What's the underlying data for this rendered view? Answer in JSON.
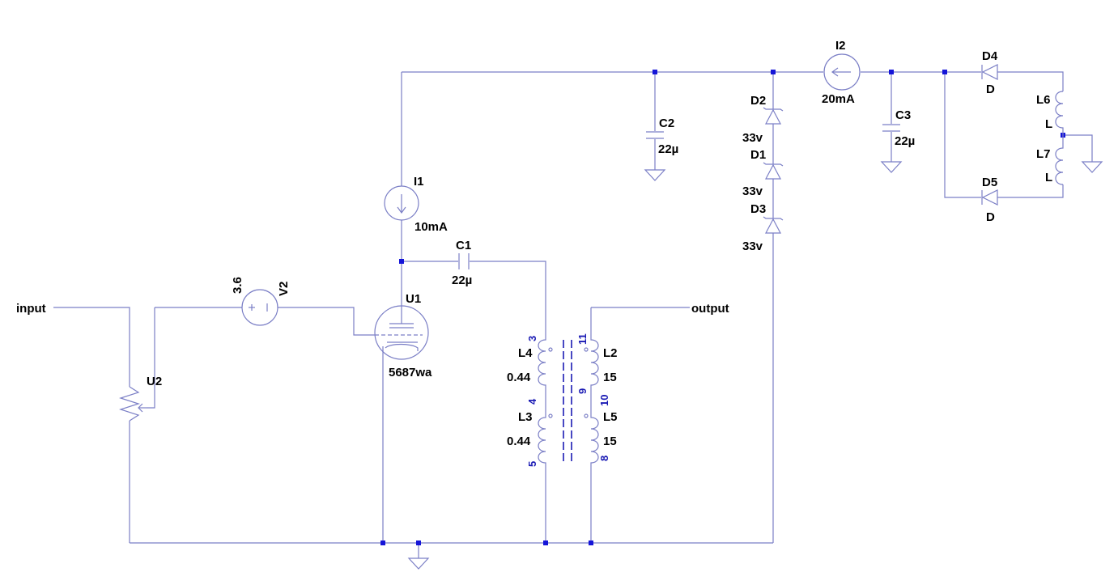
{
  "nets": {
    "input": "input",
    "output": "output"
  },
  "components": {
    "U1": {
      "ref": "U1",
      "value": "5687wa"
    },
    "U2": {
      "ref": "U2"
    },
    "V2": {
      "ref": "V2",
      "value": "3.6"
    },
    "I1": {
      "ref": "I1",
      "value": "10mA"
    },
    "I2": {
      "ref": "I2",
      "value": "20mA"
    },
    "C1": {
      "ref": "C1",
      "value": "22µ"
    },
    "C2": {
      "ref": "C2",
      "value": "22µ"
    },
    "C3": {
      "ref": "C3",
      "value": "22µ"
    },
    "D1": {
      "ref": "D1",
      "value": "33v"
    },
    "D2": {
      "ref": "D2",
      "value": "33v"
    },
    "D3": {
      "ref": "D3",
      "value": "33v"
    },
    "D4": {
      "ref": "D4",
      "value": "D"
    },
    "D5": {
      "ref": "D5",
      "value": "D"
    },
    "L2": {
      "ref": "L2",
      "value": "15"
    },
    "L3": {
      "ref": "L3",
      "value": "0.44"
    },
    "L4": {
      "ref": "L4",
      "value": "0.44"
    },
    "L5": {
      "ref": "L5",
      "value": "15"
    },
    "L6": {
      "ref": "L6",
      "value": "L"
    },
    "L7": {
      "ref": "L7",
      "value": "L"
    }
  },
  "transformer_pins": {
    "p3": "3",
    "p4": "4",
    "p5": "5",
    "p8": "8",
    "p9": "9",
    "p10": "10",
    "p11": "11"
  },
  "colors": {
    "wire": "#7B7FC6",
    "junction": "#1515D8",
    "label": "#000000",
    "pin_number": "#1A1AB4"
  }
}
